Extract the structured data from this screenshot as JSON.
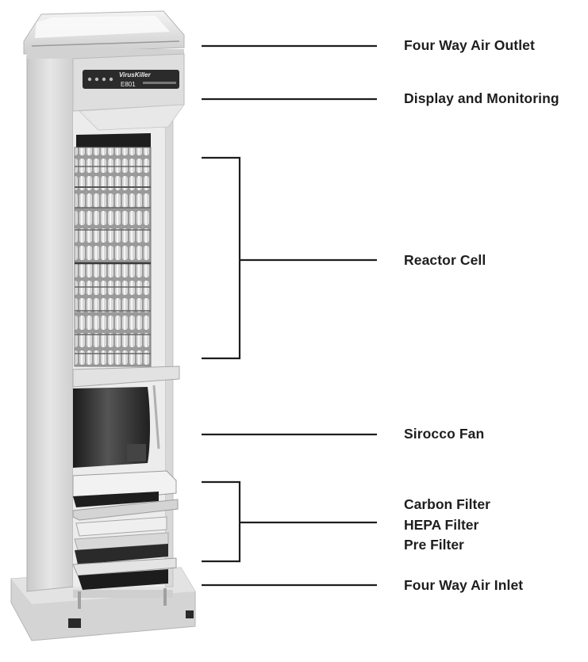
{
  "product": {
    "brand": "VirusKiller",
    "display_readout": "E801"
  },
  "callouts": {
    "outlet": "Four Way Air Outlet",
    "display": "Display and Monitoring",
    "reactor": "Reactor Cell",
    "fan": "Sirocco Fan",
    "filters": [
      "Carbon Filter",
      "HEPA Filter",
      "Pre Filter"
    ],
    "inlet": "Four Way Air Inlet"
  },
  "colors": {
    "line": "#1e1e1e",
    "text": "#1e1e1e",
    "body": "#d9d9d9"
  }
}
